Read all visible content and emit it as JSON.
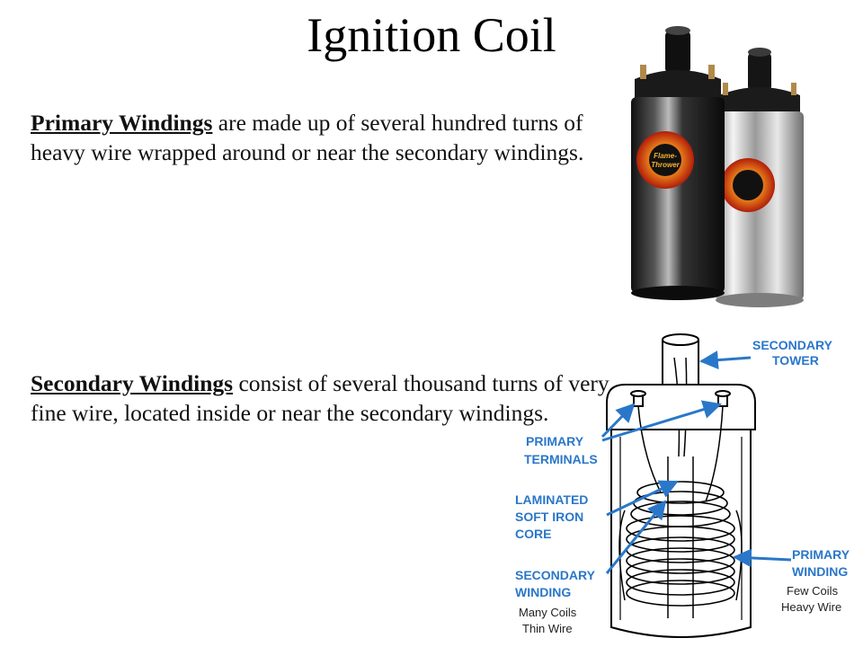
{
  "slide": {
    "title": "Ignition Coil",
    "primary": {
      "term": "Primary Windings",
      "text": " are made up of several hundred turns of heavy wire wrapped around or near the secondary windings."
    },
    "secondary": {
      "term": "Secondary Windings",
      "text": " consist of several thousand turns of very fine wire, located inside or near the secondary windings."
    }
  },
  "photo": {
    "badge_line1": "Flame-",
    "badge_line2": "Thrower"
  },
  "diagram": {
    "secondary_tower_1": "SECONDARY",
    "secondary_tower_2": "TOWER",
    "primary_terminals_1": "PRIMARY",
    "primary_terminals_2": "TERMINALS",
    "laminated_1": "LAMINATED",
    "laminated_2": "SOFT IRON",
    "laminated_3": "CORE",
    "secondary_winding_1": "SECONDARY",
    "secondary_winding_2": "WINDING",
    "secondary_winding_3": "Many Coils",
    "secondary_winding_4": "Thin Wire",
    "primary_winding_1": "PRIMARY",
    "primary_winding_2": "WINDING",
    "primary_winding_3": "Few Coils",
    "primary_winding_4": "Heavy Wire"
  },
  "colors": {
    "label_blue": "#2a77c9",
    "flame_orange": "#f08a1c"
  }
}
